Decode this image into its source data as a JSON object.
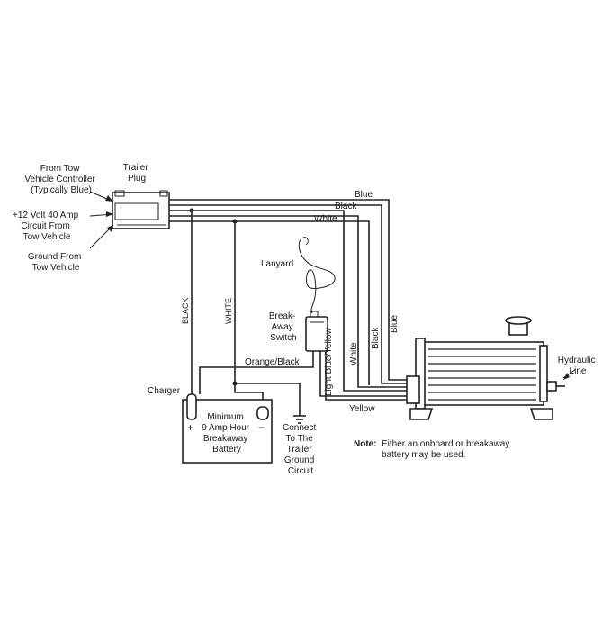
{
  "labels": {
    "trailer_plug": [
      "Trailer",
      "Plug"
    ],
    "from_tow_controller": [
      "From Tow",
      "Vehicle Controller",
      "(Typically Blue)"
    ],
    "power_circuit": [
      "+12 Volt 40 Amp",
      "Circuit From",
      "Tow Vehicle"
    ],
    "ground_from_tow": [
      "Ground From",
      "Tow Vehicle"
    ],
    "wire_blue": "Blue",
    "wire_black": "Black",
    "wire_white": "White",
    "wire_black_vertical": "BLACK",
    "wire_white_vertical": "WHITE",
    "lanyard": "Lanyard",
    "breakaway_switch": [
      "Break-",
      "Away",
      "Switch"
    ],
    "orange_black": "Orange/Black",
    "light_blue_yellow": "Light Blue/Yellow",
    "white_vertical_right": "White",
    "black_vertical_right": "Black",
    "blue_vertical_right": "Blue",
    "yellow": "Yellow",
    "charger": "Charger",
    "battery": [
      "Minimum",
      "9 Amp Hour",
      "Breakaway",
      "Battery"
    ],
    "plus": "+",
    "minus": "−",
    "ground_circuit": [
      "Connect",
      "To The",
      "Trailer",
      "Ground",
      "Circuit"
    ],
    "hydraulic_line": [
      "Hydraulic",
      "Line"
    ],
    "note_bold": "Note:",
    "note_text": [
      "Either an onboard or breakaway",
      "battery may be used."
    ]
  }
}
